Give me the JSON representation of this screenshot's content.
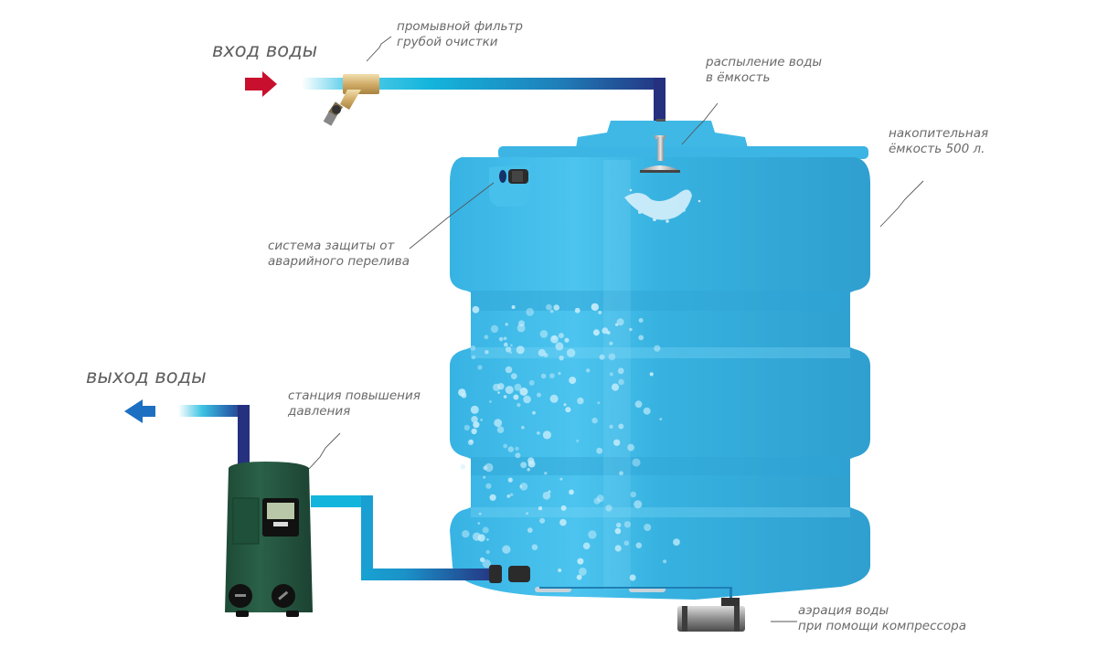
{
  "diagram": {
    "title": "Water storage tank system with aeration",
    "labels": {
      "water_in": "вход воды",
      "water_out": "выход воды",
      "filter": [
        "промывной фильтр",
        "грубой очистки"
      ],
      "spray": [
        "распыление воды",
        "в ёмкость"
      ],
      "tank": [
        "накопительная",
        "ёмкость 500 л."
      ],
      "overflow": [
        "система защиты от",
        "аварийного перелива"
      ],
      "pump": [
        "станция повышения",
        "давления"
      ],
      "aeration": [
        "аэрация воды",
        "при помощи компрессора"
      ]
    },
    "components": [
      {
        "id": "inlet-arrow",
        "icon": "arrow-right-icon"
      },
      {
        "id": "outlet-arrow",
        "icon": "arrow-left-icon"
      },
      {
        "id": "strainer-filter",
        "icon": "y-strainer-icon"
      },
      {
        "id": "spray-nozzle",
        "icon": "nozzle-icon"
      },
      {
        "id": "storage-tank",
        "icon": "tank-icon",
        "capacity": "500 л."
      },
      {
        "id": "overflow-valve",
        "icon": "valve-icon"
      },
      {
        "id": "booster-pump",
        "icon": "pump-icon"
      },
      {
        "id": "compressor",
        "icon": "compressor-icon"
      }
    ],
    "colors": {
      "tank": "#33aede",
      "tank_light": "#4fc3ee",
      "tank_dark": "#2a97c6",
      "pipe_light": "#13b5dc",
      "pipe_dark": "#25307f",
      "arrow_in": "#c8102e",
      "arrow_out": "#1d6fc2",
      "pump_body": "#23563f",
      "text": "#666666"
    }
  }
}
